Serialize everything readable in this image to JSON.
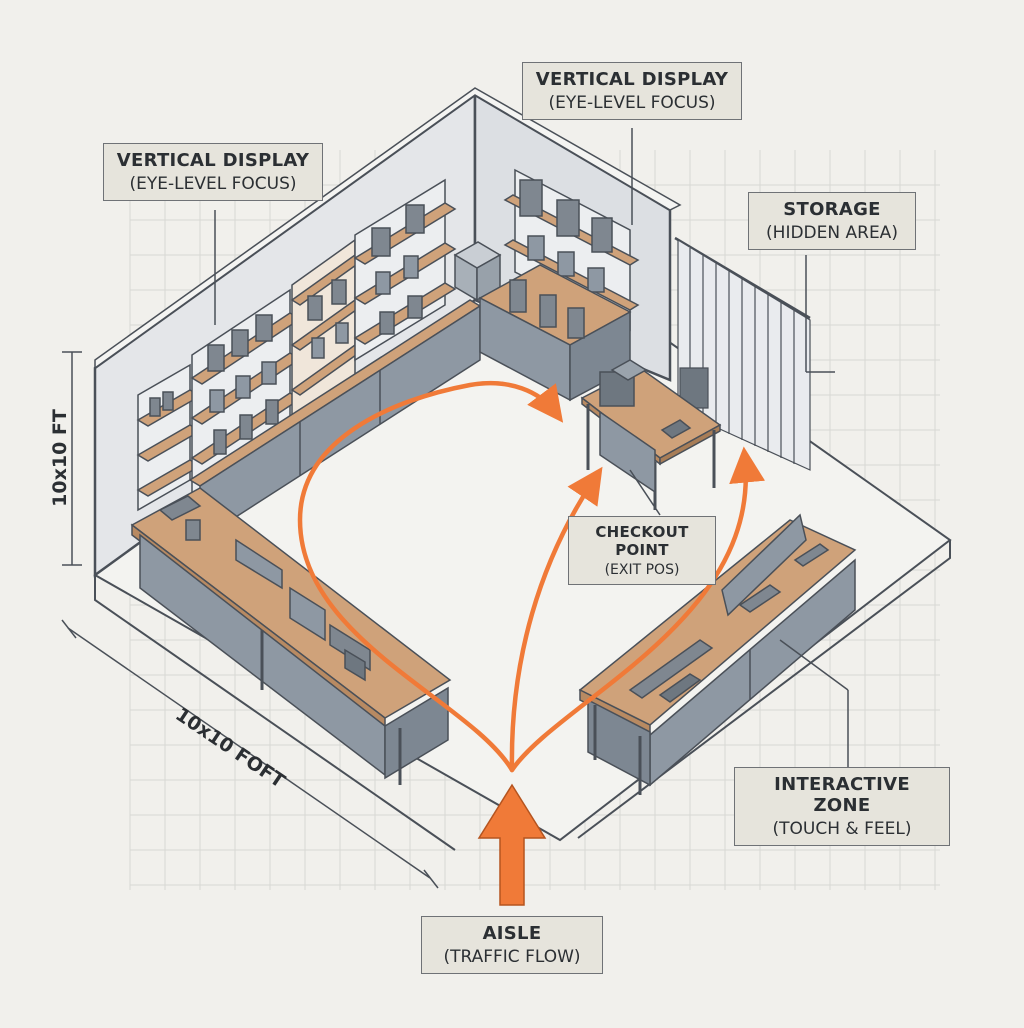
{
  "labels": {
    "vertical_display_left": {
      "title": "VERTICAL DISPLAY",
      "subtitle": "(EYE-LEVEL FOCUS)"
    },
    "vertical_display_back": {
      "title": "VERTICAL DISPLAY",
      "subtitle": "(EYE-LEVEL FOCUS)"
    },
    "storage": {
      "title": "STORAGE",
      "subtitle": "(HIDDEN AREA)"
    },
    "checkout": {
      "title": "CHECKOUT POINT",
      "subtitle": "(EXIT POS)"
    },
    "interactive_zone": {
      "title": "INTERACTIVE ZONE",
      "subtitle": "(TOUCH & FEEL)"
    },
    "aisle": {
      "title": "AISLE",
      "subtitle": "(TRAFFIC FLOW)"
    }
  },
  "dimensions": {
    "height_label": "10x10 FT",
    "width_label": "10x10 FOFT"
  },
  "colors": {
    "background": "#f1f0ec",
    "grid": "#d6d6d2",
    "wall": "#e4e6e9",
    "outline": "#4a5058",
    "wood": "#cfa27a",
    "cabinet": "#8e98a3",
    "product": "#7f8790",
    "flow_arrow": "#f07a38"
  }
}
